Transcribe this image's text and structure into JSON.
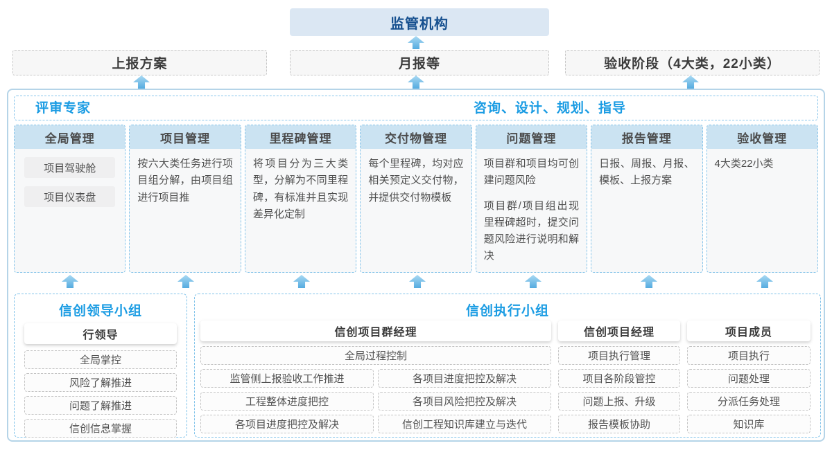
{
  "top": {
    "regulator": "监管机构",
    "boxes": [
      {
        "label": "上报方案"
      },
      {
        "label": "月报等"
      },
      {
        "label": "验收阶段（4大类，22小类）"
      }
    ]
  },
  "platform": {
    "expert_label": "评审专家",
    "consult_label": "咨询、设计、规划、指导",
    "columns": [
      {
        "title": "全局管理",
        "chips": [
          "项目驾驶舱",
          "项目仪表盘"
        ]
      },
      {
        "title": "项目管理",
        "text": "按六大类任务进行项目组分解，由项目组进行项目推"
      },
      {
        "title": "里程碑管理",
        "text": "将项目分为三大类型，分解为不同里程碑，有标准并且实现差异化定制"
      },
      {
        "title": "交付物管理",
        "text": "每个里程碑，均对应相关预定义交付物，并提供交付物模板"
      },
      {
        "title": "问题管理",
        "paragraphs": [
          "项目群和项目均可创建问题风险",
          "项目群/项目组出现里程碑超时，提交问题风险进行说明和解决"
        ]
      },
      {
        "title": "报告管理",
        "text": "日报、周报、月报、模板、上报方案"
      },
      {
        "title": "验收管理",
        "text": "4大类22小类"
      }
    ]
  },
  "groups": {
    "leader": {
      "title": "信创领导小组",
      "role": "行领导",
      "items": [
        "全局掌控",
        "风险了解推进",
        "问题了解推进",
        "信创信息掌握"
      ]
    },
    "executor": {
      "title": "信创执行小组",
      "program_manager": {
        "role": "信创项目群经理",
        "full_item": "全局过程控制",
        "left_items": [
          "监管侧上报验收工作推进",
          "工程整体进度把控",
          "各项目进度把控及解决"
        ],
        "right_items": [
          "各项目进度把控及解决",
          "各项目风险把控及解决",
          "信创工程知识库建立与迭代"
        ]
      },
      "project_manager": {
        "role": "信创项目经理",
        "items": [
          "项目执行管理",
          "项目各阶段管控",
          "问题上报、升级",
          "报告模板协助"
        ]
      },
      "member": {
        "role": "项目成员",
        "items": [
          "项目执行",
          "问题处理",
          "分派任务处理",
          "知识库"
        ]
      }
    }
  },
  "colors": {
    "accent_blue": "#1b9ce3",
    "navy": "#16508f",
    "column_header_bg": "#cbe3f2",
    "regulator_bg": "#dbe7f3",
    "panel_border": "#b5d4e8",
    "arrow_blue": "#55abe0"
  }
}
